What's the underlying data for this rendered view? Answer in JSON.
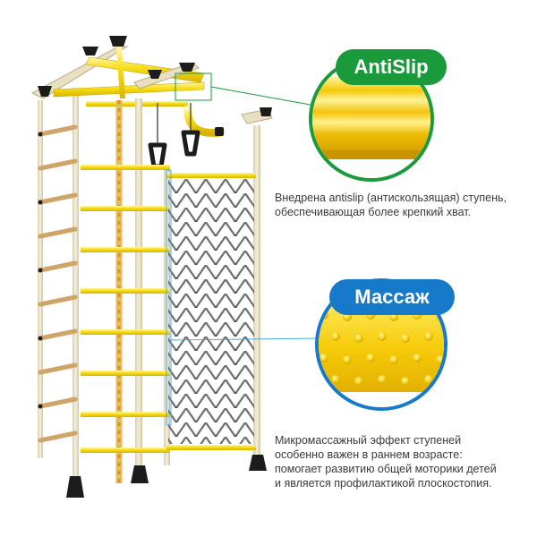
{
  "callouts": {
    "antislip": {
      "badge": "AntiSlip",
      "description_lines": [
        "Внедрена antislip (антискользящая) ступень,",
        "обеспечивающая более крепкий хват."
      ]
    },
    "massage": {
      "badge": "Массаж",
      "description_lines": [
        "Микромассажный эффект ступеней",
        "особенно важен в раннем возрасте:",
        "помогает развитию общей моторики детей",
        "и является профилактикой плоскостопия."
      ]
    }
  },
  "colors": {
    "antislip_accent": "#1b9a3b",
    "massage_accent": "#1679c9",
    "rung_yellow": "#f5d90a",
    "frame_cream": "#ece4c6",
    "caption_text": "#3a3a3a"
  }
}
